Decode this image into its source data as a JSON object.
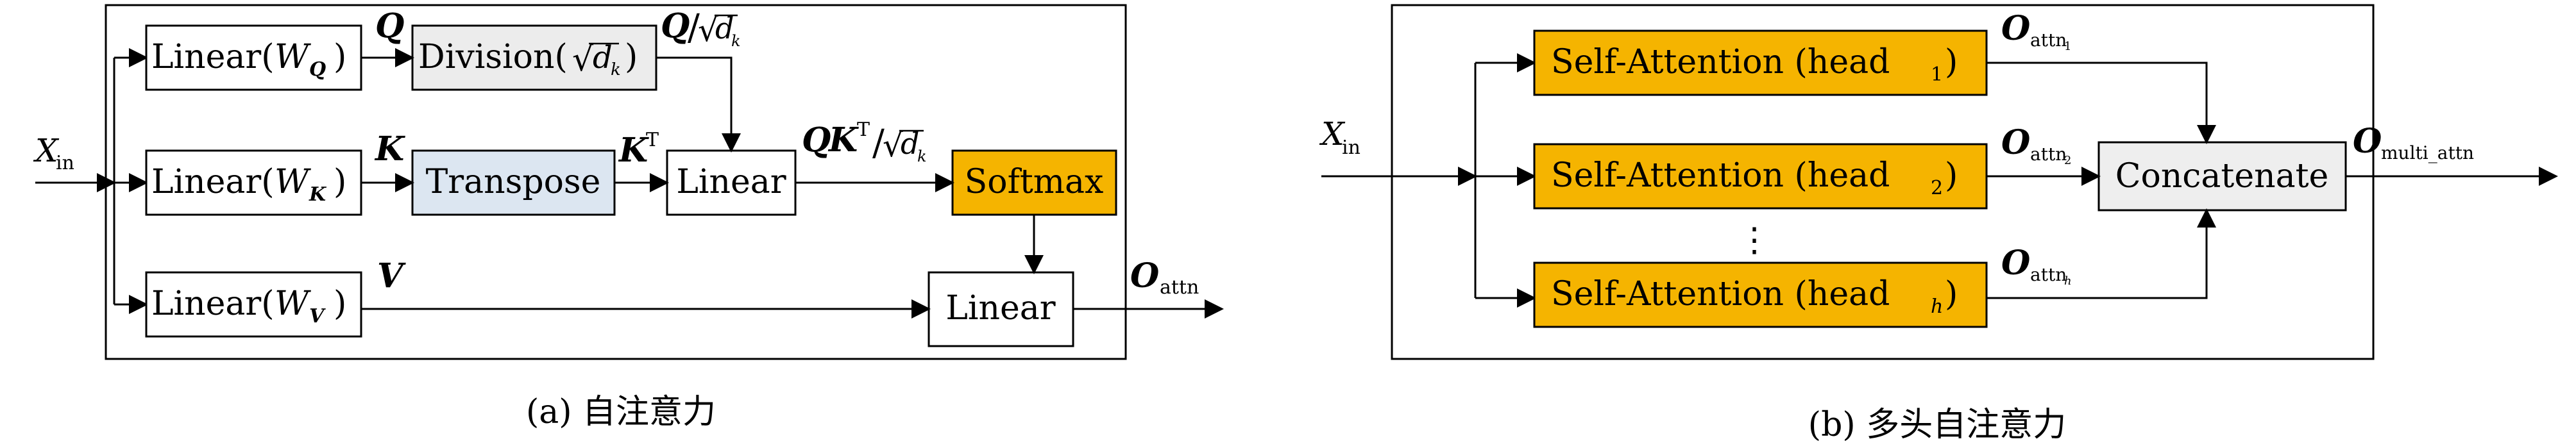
{
  "colors": {
    "division_fill": "#ececec",
    "transpose_fill": "#dce6f1",
    "softmax_fill": "#f5b400",
    "sa_fill": "#f5b400",
    "concat_fill": "#eeeeee"
  },
  "panel_a": {
    "caption": "(a) 自注意力",
    "input": {
      "main": "X",
      "sub": "in"
    },
    "linear_q": {
      "text": "Linear(",
      "w": "W",
      "sub": "Q",
      "close": ")"
    },
    "linear_k": {
      "text": "Linear(",
      "w": "W",
      "sub": "K",
      "close": ")"
    },
    "linear_v": {
      "text": "Linear(",
      "w": "W",
      "sub": "V",
      "close": ")"
    },
    "division": {
      "text": "Division(",
      "root": "√",
      "d": "d",
      "sub": "k",
      "close": ")"
    },
    "transpose": "Transpose",
    "linear_mid": "Linear",
    "linear_out": "Linear",
    "softmax": "Softmax",
    "edge_q": "Q",
    "edge_k": "K",
    "edge_v": "V",
    "edge_kt": {
      "main": "K",
      "sup": "T"
    },
    "edge_q_div": {
      "main": "Q",
      "slash": "/",
      "root": "√",
      "d": "d",
      "sub": "k"
    },
    "edge_qkt": {
      "q": "Q",
      "k": "K",
      "sup": "T",
      "slash": "/",
      "root": "√",
      "d": "d",
      "sub": "k"
    },
    "output": {
      "main": "O",
      "sub": "attn"
    }
  },
  "panel_b": {
    "caption": "(b) 多头自注意力",
    "input": {
      "main": "X",
      "sub": "in"
    },
    "heads": [
      {
        "text": "Self-Attention (head",
        "sub": "1",
        "close": ")",
        "out_main": "O",
        "out_sub": "attn",
        "out_subsub": "1"
      },
      {
        "text": "Self-Attention (head",
        "sub": "2",
        "close": ")",
        "out_main": "O",
        "out_sub": "attn",
        "out_subsub": "2"
      },
      {
        "text": "Self-Attention (head",
        "sub": "h",
        "close": ")",
        "out_main": "O",
        "out_sub": "attn",
        "out_subsub": "h"
      }
    ],
    "dots": "⋮",
    "concatenate": "Concatenate",
    "output": {
      "main": "O",
      "sub": "multi_attn"
    }
  }
}
